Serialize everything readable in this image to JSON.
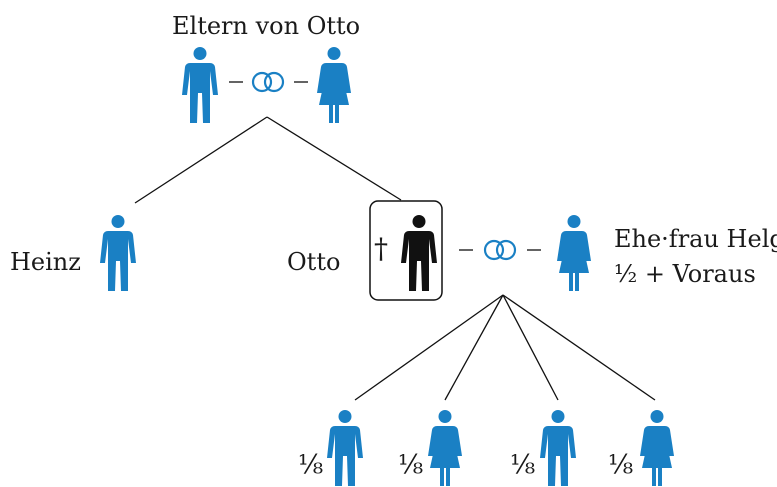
{
  "labels": {
    "parents": "Eltern von Otto",
    "heinz": "Heinz",
    "otto": "Otto",
    "wife_name": "Ehe·frau Helga",
    "wife_share": "½ + Voraus",
    "deceased_mark": "†"
  },
  "child_shares": [
    "⅛",
    "⅛",
    "⅛",
    "⅛"
  ],
  "colors": {
    "person": "#1a80c4",
    "deceased": "#111111",
    "line": "#111111"
  },
  "icons": {
    "male": "man-icon",
    "female": "woman-icon",
    "marriage": "wedding-rings-icon"
  }
}
